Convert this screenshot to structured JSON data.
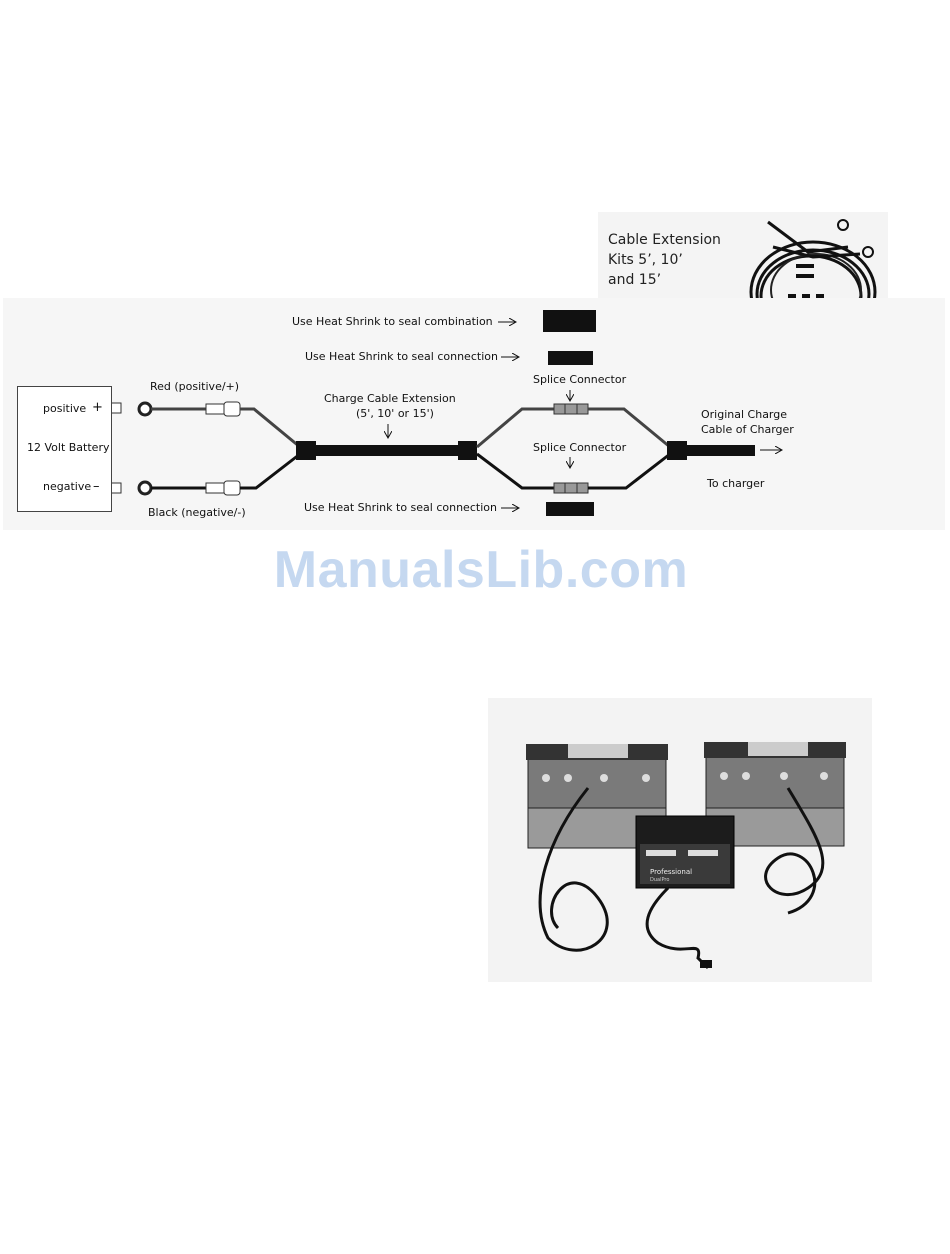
{
  "kit": {
    "title_line1": "Cable Extension",
    "title_line2": "Kits 5’, 10’",
    "title_line3": "and 15’"
  },
  "heat_shrink": {
    "combination": "Use Heat Shrink to seal combination",
    "connection_top": "Use Heat Shrink to seal connection",
    "connection_bottom": "Use Heat Shrink to seal connection"
  },
  "battery": {
    "positive_label": "positive",
    "positive_sign": "+",
    "name": "12 Volt Battery",
    "negative_label": "negative",
    "negative_sign": "–"
  },
  "wires": {
    "red": "Red (positive/+)",
    "black": "Black (negative/-)"
  },
  "extension": {
    "line1": "Charge Cable Extension",
    "line2": "(5', 10' or 15')"
  },
  "splice": {
    "top": "Splice Connector",
    "bottom": "Splice Connector"
  },
  "charger": {
    "line1": "Original Charge",
    "line2": "Cable of Charger",
    "to_charger": "To charger"
  },
  "watermark": "ManualsLib.com",
  "photo_charger": {
    "brand": "Professional",
    "model": "DualPro"
  },
  "colors": {
    "cable": "#111111",
    "wire_red": "#555555",
    "watermark": "#c5d8f0"
  }
}
